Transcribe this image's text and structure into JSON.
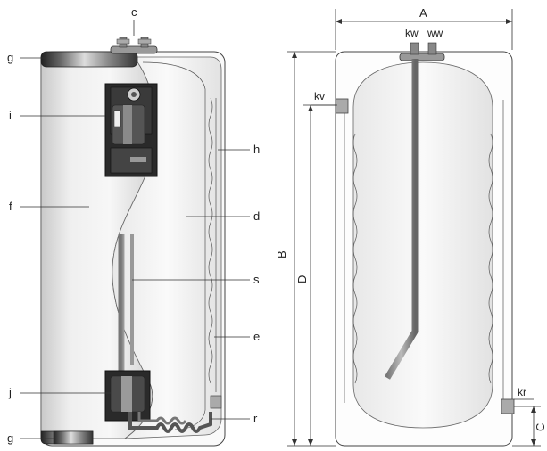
{
  "left_view": {
    "labels": {
      "c": "c",
      "g_top": "g",
      "i": "i",
      "h": "h",
      "f": "f",
      "d": "d",
      "s": "s",
      "e": "e",
      "j": "j",
      "r": "r",
      "g_bottom": "g"
    }
  },
  "right_view": {
    "labels": {
      "kw": "kw",
      "ww": "ww",
      "kv": "kv",
      "kr": "kr"
    },
    "dimensions": {
      "A": "A",
      "B": "B",
      "C": "C",
      "D": "D"
    }
  }
}
